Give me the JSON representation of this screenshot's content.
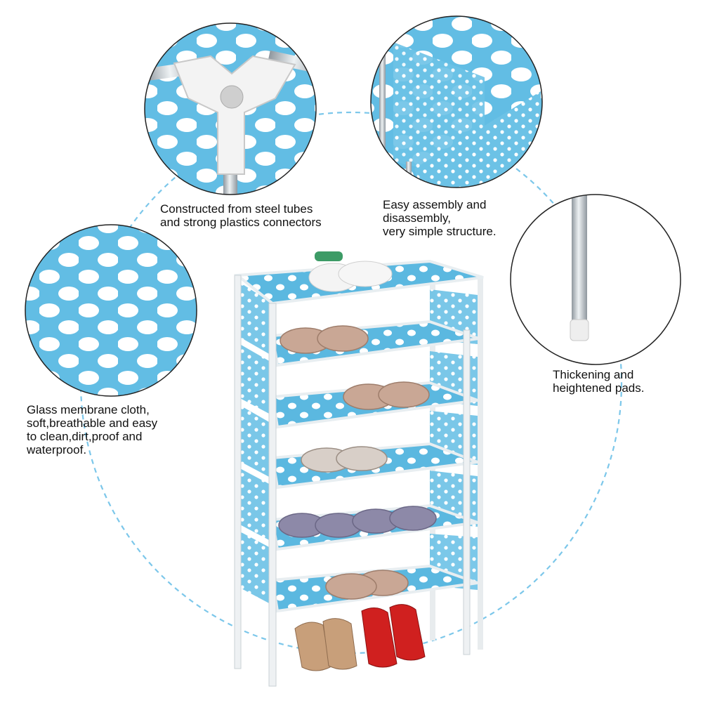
{
  "callouts": {
    "connector": {
      "icon": "plastic-connector-closeup",
      "lines": [
        "Constructed from steel tubes",
        "and strong plastics connectors"
      ]
    },
    "assembly": {
      "icon": "shelf-corner-closeup",
      "lines": [
        "Easy assembly and",
        "disassembly,",
        "very simple structure."
      ]
    },
    "pads": {
      "icon": "foot-pad-closeup",
      "lines": [
        "Thickening and",
        "heightened pads."
      ]
    },
    "cloth": {
      "icon": "polka-dot-fabric-closeup",
      "lines": [
        "Glass membrane cloth,",
        "soft,breathable and easy",
        "to clean,dirt,proof and",
        "waterproof."
      ]
    }
  },
  "colors": {
    "fabric_blue": "#5bb8e0",
    "dot_white": "#ffffff",
    "dashed_guide": "#7cc7ea",
    "steel": "#b9c2c8"
  }
}
